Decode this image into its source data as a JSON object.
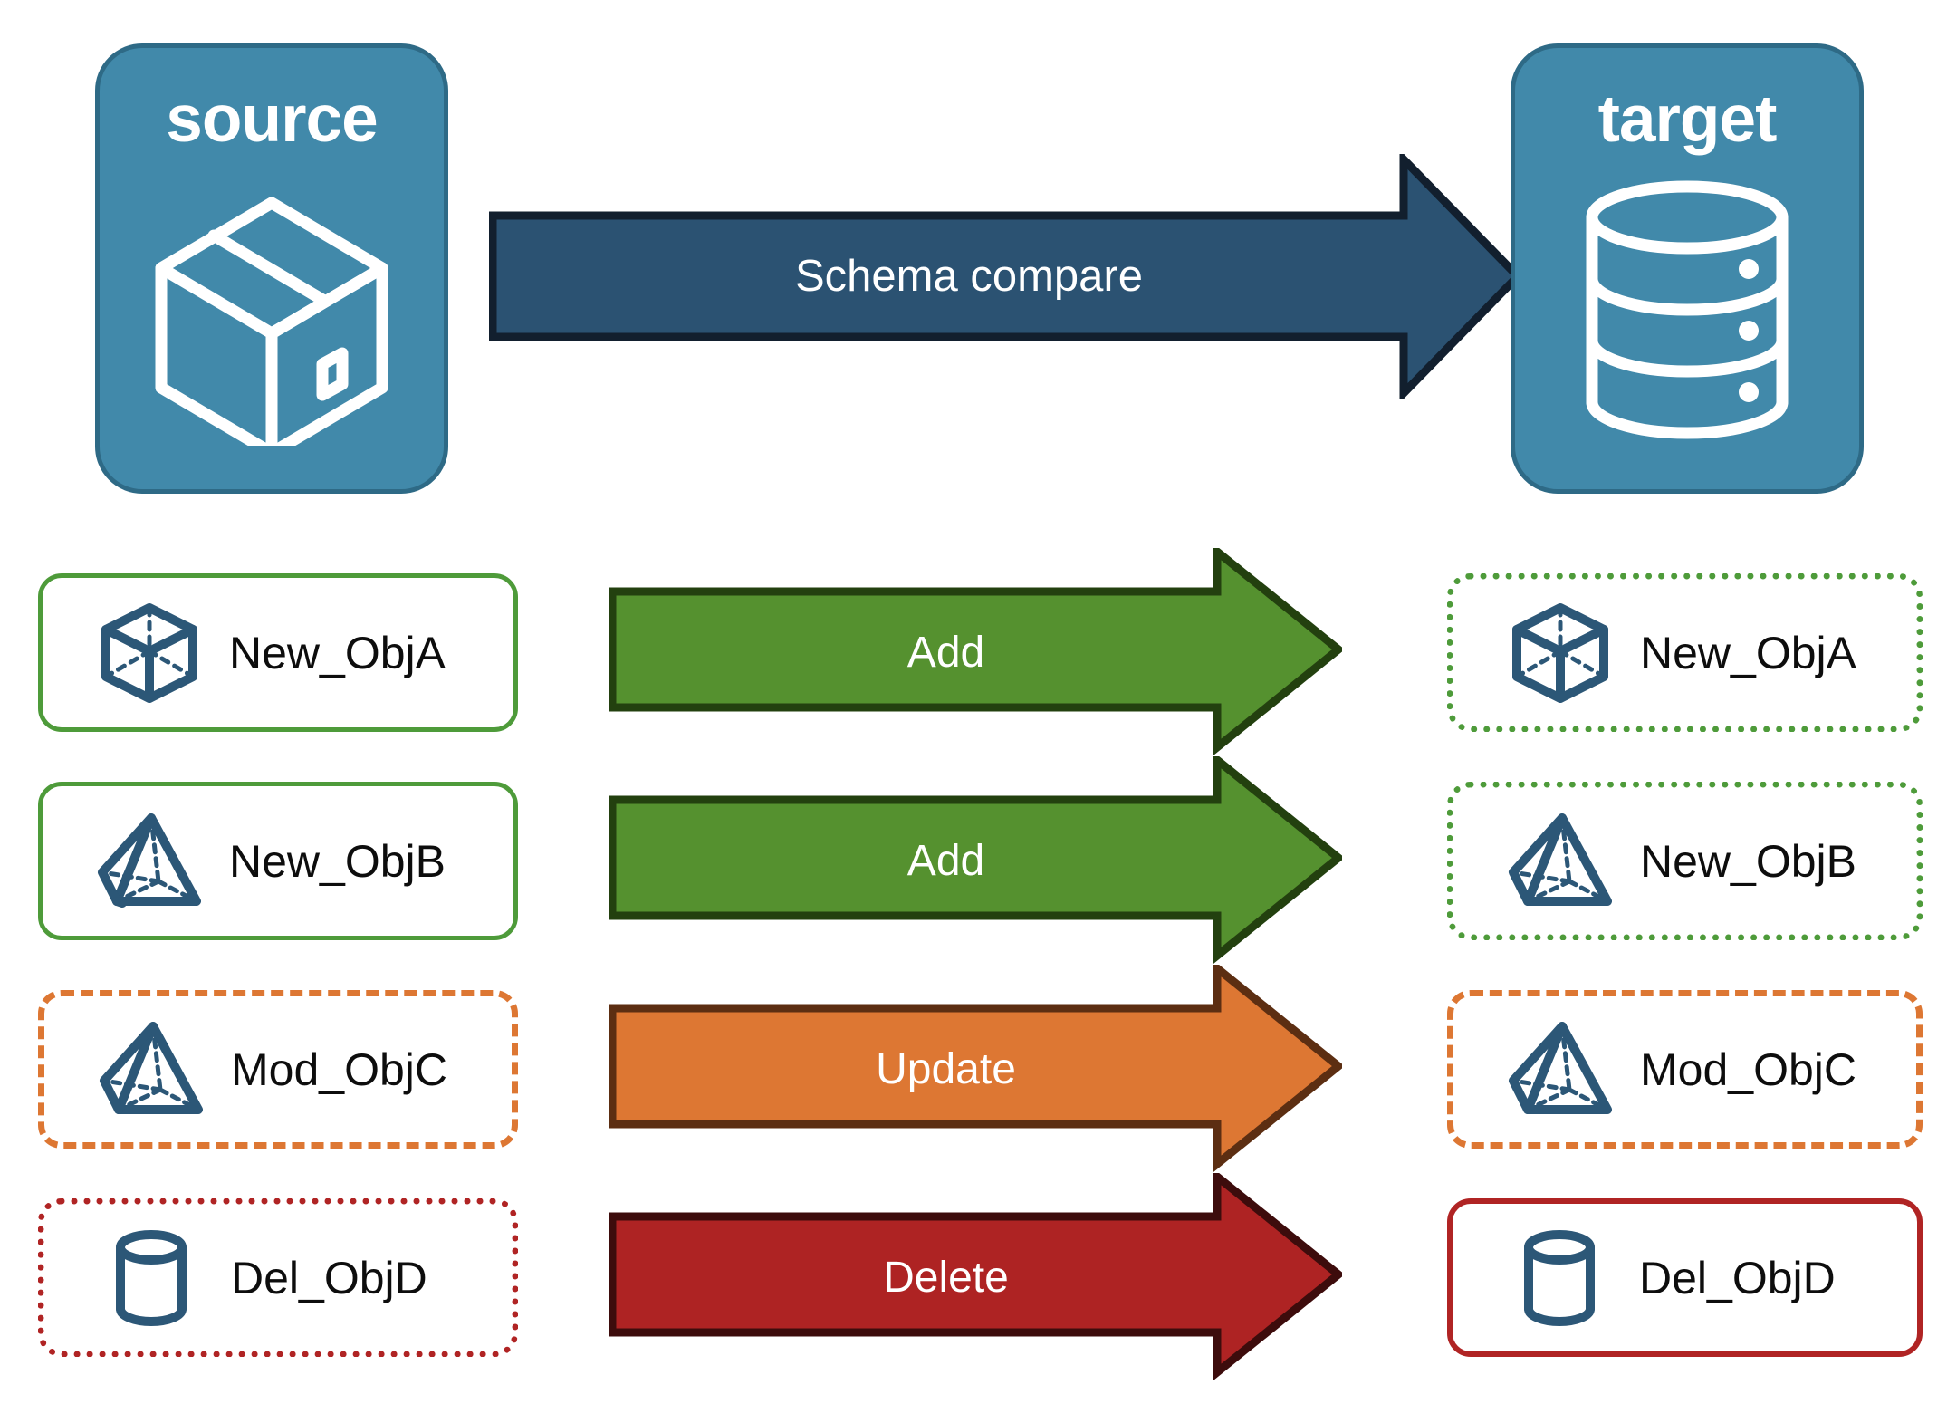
{
  "diagram": {
    "title_source": "source",
    "title_target": "target",
    "compare_arrow_label": "Schema compare"
  },
  "colors": {
    "endpoint_fill": "#4189aa",
    "endpoint_border": "#2e6a86",
    "compare_arrow_fill": "#2b5272",
    "compare_arrow_border": "#121f2e",
    "add_fill": "#55912f",
    "add_border": "#23400f",
    "update_fill": "#dd7733",
    "update_border": "#5c2e12",
    "delete_fill": "#ae2323",
    "delete_border": "#3d0c0c",
    "object_icon": "#2c5777",
    "green": "#4e9b3a",
    "orange": "#dd7733",
    "red": "#b02424",
    "label_text": "#0d0d0d"
  },
  "endpoints": {
    "source": {
      "label": "source",
      "icon": "package-box-icon"
    },
    "target": {
      "label": "target",
      "icon": "database-cylinder-icon"
    }
  },
  "rows": [
    {
      "source_label": "New_ObjA",
      "target_label": "New_ObjA",
      "action": "Add",
      "icon": "cube-icon",
      "source_border": "green-solid",
      "target_border": "green-dotted",
      "arrow_fill": "#55912f",
      "arrow_border": "#23400f"
    },
    {
      "source_label": "New_ObjB",
      "target_label": "New_ObjB",
      "action": "Add",
      "icon": "pyramid-icon",
      "source_border": "green-solid",
      "target_border": "green-dotted",
      "arrow_fill": "#55912f",
      "arrow_border": "#23400f"
    },
    {
      "source_label": "Mod_ObjC",
      "target_label": "Mod_ObjC",
      "action": "Update",
      "icon": "pyramid-icon",
      "source_border": "orange-dashed",
      "target_border": "orange-dashed",
      "arrow_fill": "#dd7733",
      "arrow_border": "#5c2e12"
    },
    {
      "source_label": "Del_ObjD",
      "target_label": "Del_ObjD",
      "action": "Delete",
      "icon": "cylinder-icon",
      "source_border": "red-dotted",
      "target_border": "red-solid",
      "arrow_fill": "#ae2323",
      "arrow_border": "#3d0c0c"
    }
  ]
}
